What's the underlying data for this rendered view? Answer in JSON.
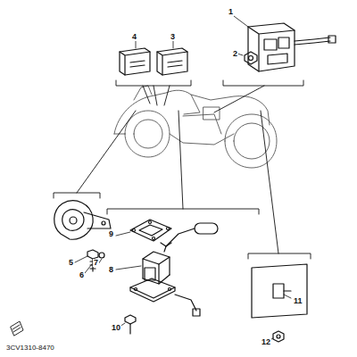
{
  "diagram": {
    "labels": [
      "1",
      "2",
      "3",
      "4",
      "5",
      "6",
      "7",
      "8",
      "9",
      "10",
      "11",
      "12",
      "3CV1310-8470"
    ]
  }
}
